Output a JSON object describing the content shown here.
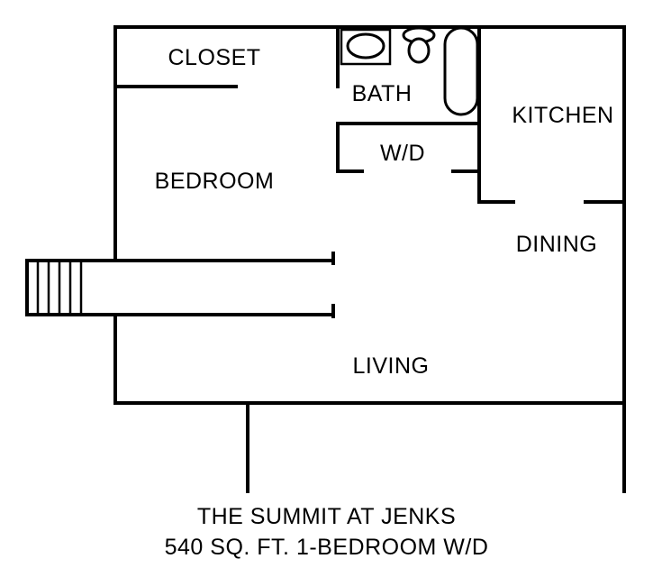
{
  "rooms": {
    "closet": "CLOSET",
    "bath": "BATH",
    "kitchen": "KITCHEN",
    "wd": "W/D",
    "bedroom": "BEDROOM",
    "dining": "DINING",
    "living": "LIVING"
  },
  "caption": {
    "line1": "THE SUMMIT AT JENKS",
    "line2": "540 SQ. FT. 1-BEDROOM W/D"
  },
  "colors": {
    "wall": "#000000",
    "background": "#ffffff"
  }
}
